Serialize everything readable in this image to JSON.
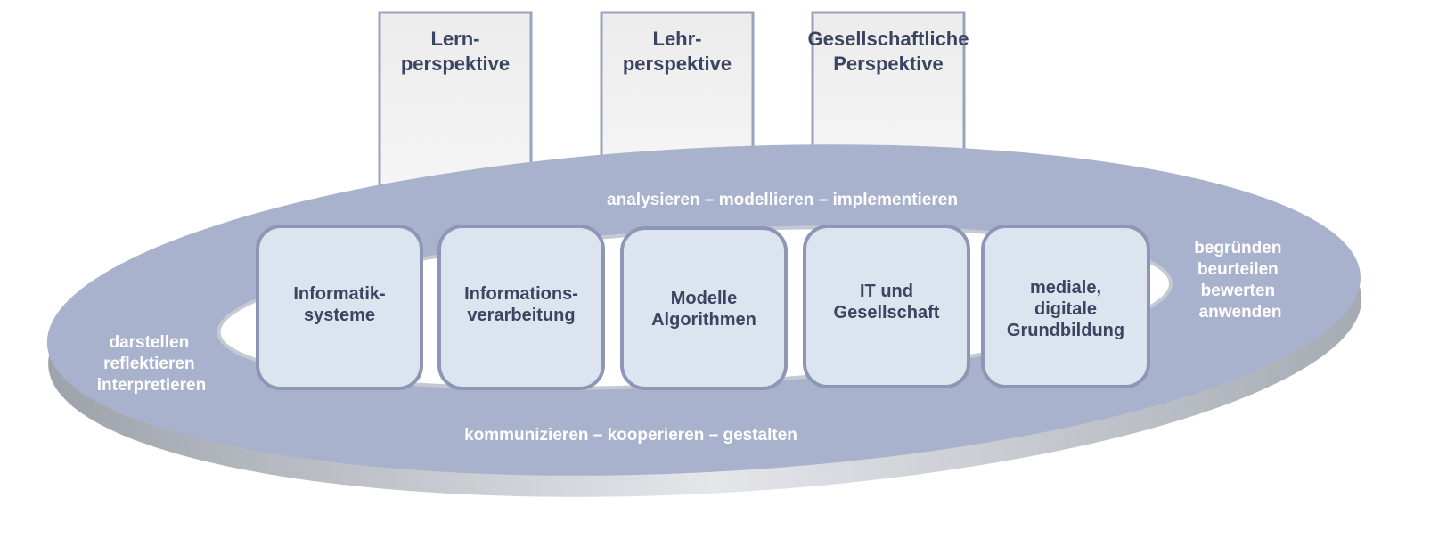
{
  "colors": {
    "disc": "#a9b2cd",
    "box_fill": "#dce4ef",
    "box_border": "#8d97b5",
    "text_dark": "#3b4460",
    "pillar_fill": "#f0f0f0"
  },
  "perspectives": [
    {
      "line1": "Lern-",
      "line2": "perspektive"
    },
    {
      "line1": "Lehr-",
      "line2": "perspektive"
    },
    {
      "line1": "Gesellschaftliche",
      "line2": "Perspektive"
    }
  ],
  "processes": {
    "top": "analysieren – modellieren – implementieren",
    "bottom": "kommunizieren – kooperieren – gestalten",
    "left": [
      "darstellen",
      "reflektieren",
      "interpretieren"
    ],
    "right": [
      "begründen",
      "beurteilen",
      "bewerten",
      "anwenden"
    ]
  },
  "content_areas": [
    {
      "lines": [
        "Informatik-",
        "systeme"
      ]
    },
    {
      "lines": [
        "Informations-",
        "verarbeitung"
      ]
    },
    {
      "lines": [
        "Modelle",
        "Algorithmen"
      ]
    },
    {
      "lines": [
        "IT und",
        "Gesellschaft"
      ]
    },
    {
      "lines": [
        "mediale,",
        "digitale",
        "Grundbildung"
      ]
    }
  ]
}
